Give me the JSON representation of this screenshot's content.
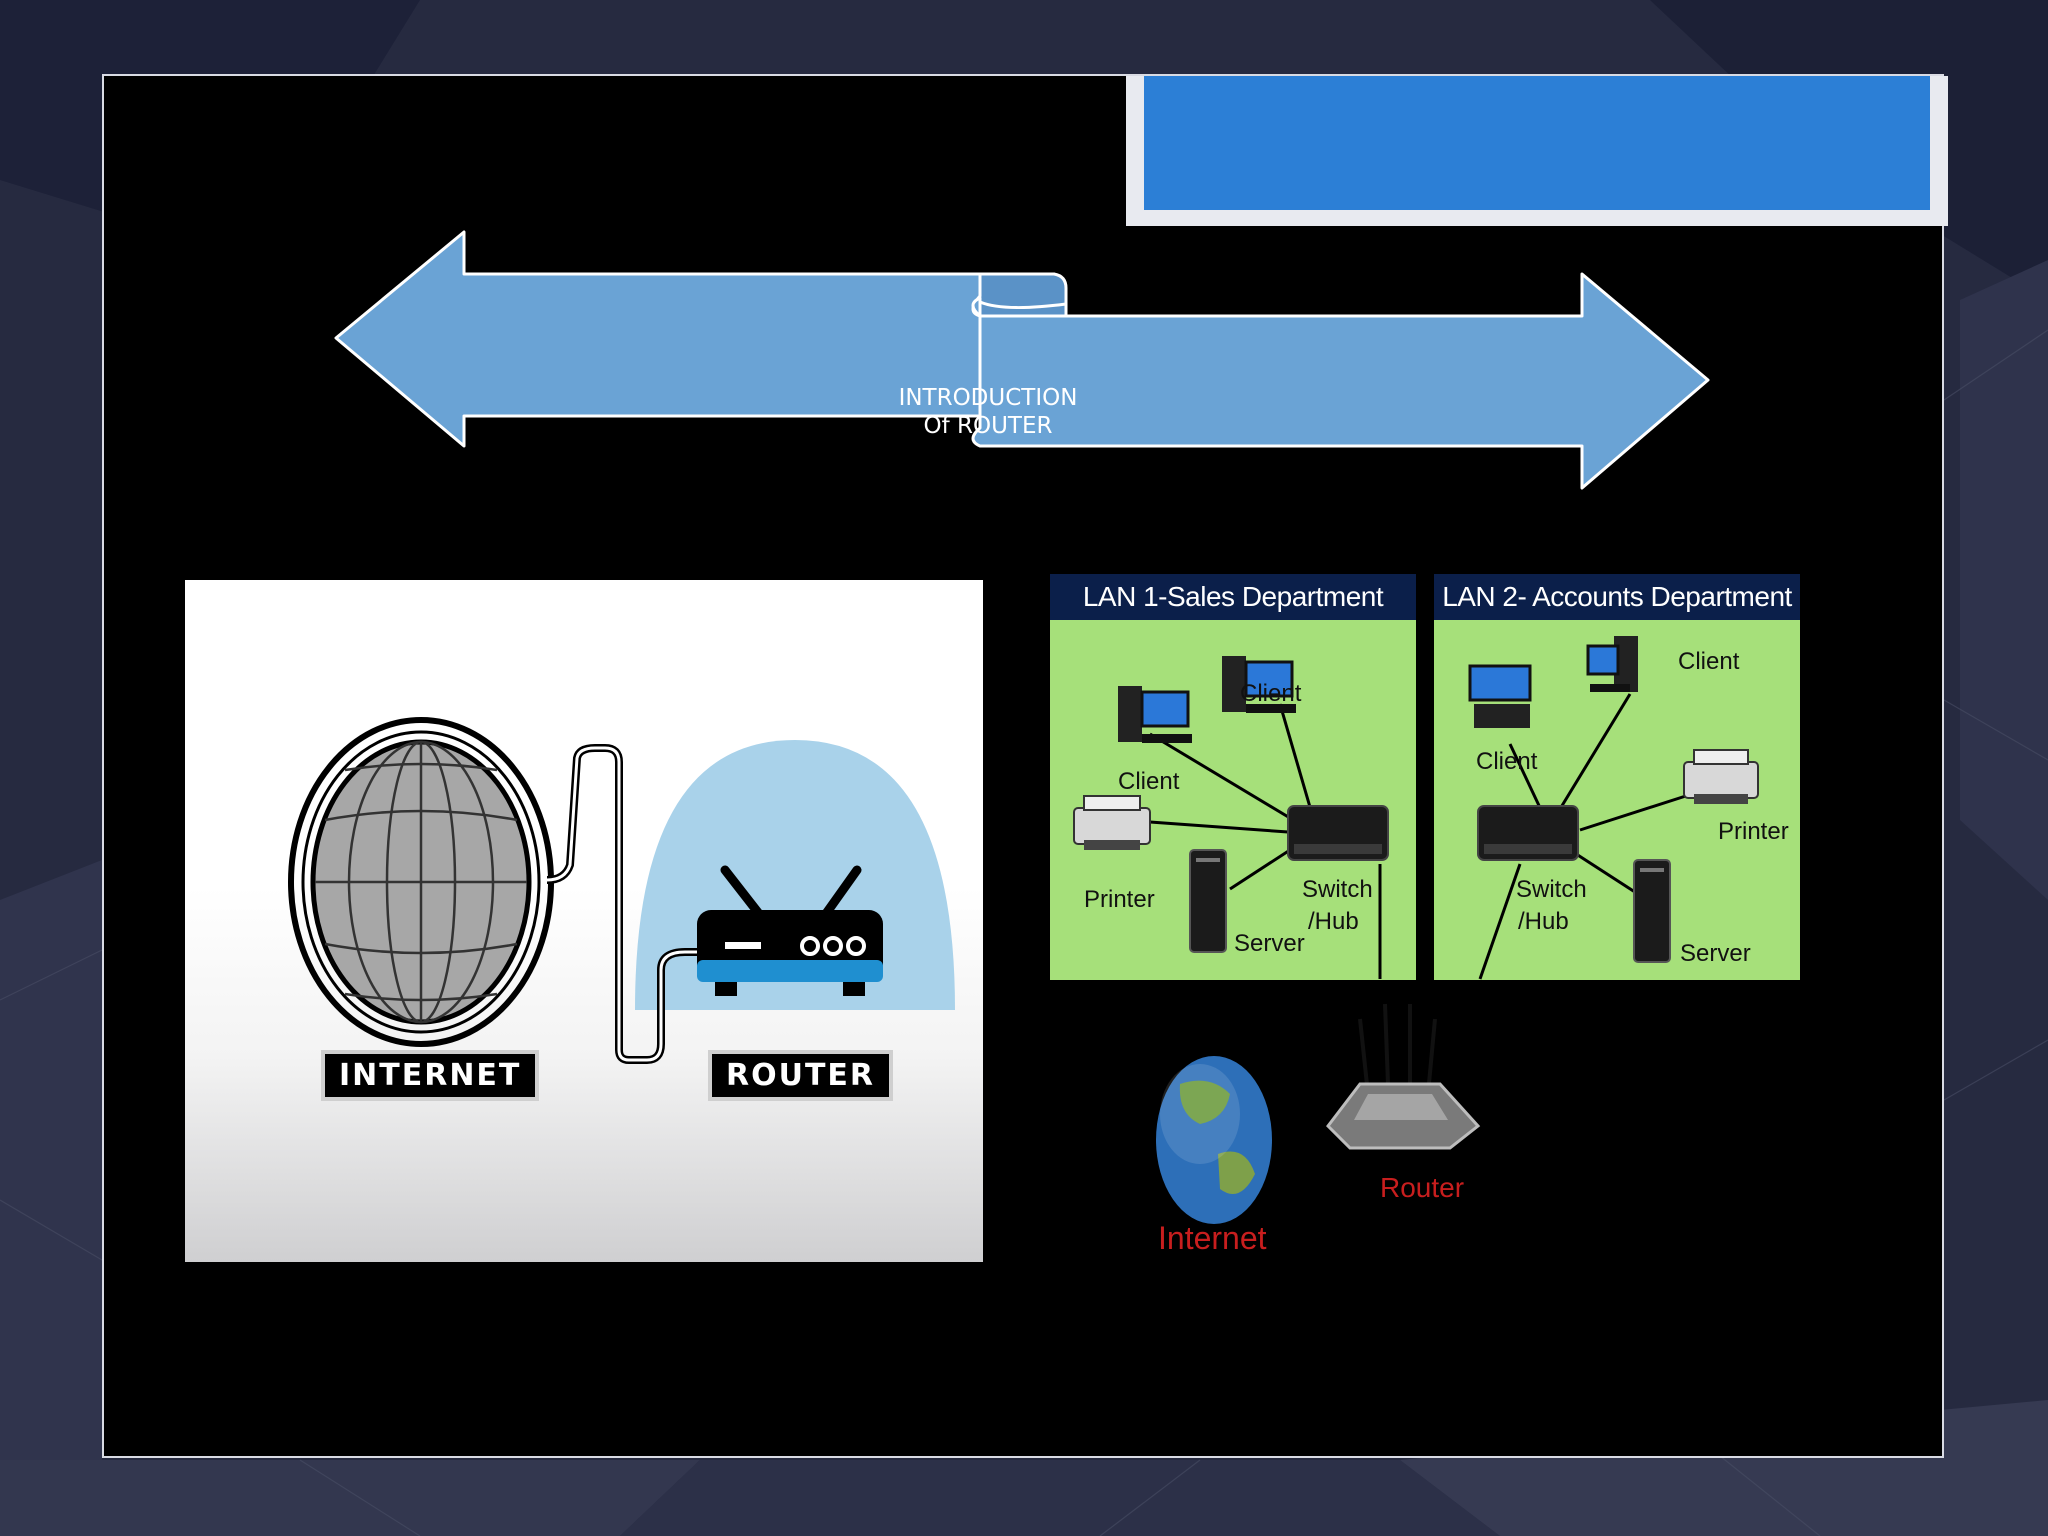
{
  "slide": {
    "arrow_text_line1": "INTRODUCTION",
    "arrow_text_line2": "Of ROUTER"
  },
  "left_image": {
    "internet_label": "INTERNET",
    "router_label": "ROUTER"
  },
  "right_image": {
    "lan1": {
      "title": "LAN 1-Sales Department",
      "client_a": "Client",
      "client_b": "Client",
      "printer": "Printer",
      "server": "Server",
      "switch_line1": "Switch",
      "switch_line2": "/Hub"
    },
    "lan2": {
      "title": "LAN 2- Accounts Department",
      "client_a": "Client",
      "client_b": "Client",
      "printer": "Printer",
      "server": "Server",
      "switch_line1": "Switch",
      "switch_line2": "/Hub"
    },
    "internet_label": "Internet",
    "router_label": "Router"
  },
  "colors": {
    "background": "#2a2d44",
    "slide": "#000000",
    "title_box": "#2c7fd6",
    "arrow_fill": "#6aa3d5",
    "lan_body": "#a6e07a",
    "lan_header": "#0b1f4a",
    "red_label": "#c81e1e"
  }
}
